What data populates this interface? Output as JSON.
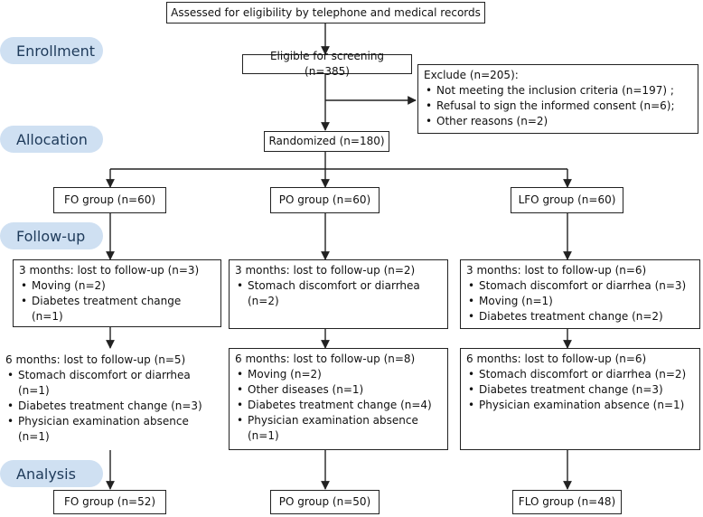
{
  "stages": {
    "enrollment": "Enrollment",
    "allocation": "Allocation",
    "followup": "Follow-up",
    "analysis": "Analysis"
  },
  "assessed": "Assessed for eligibility by telephone and medical records",
  "eligible": "Eligible for screening (n=385)",
  "exclude": {
    "title": "Exclude (n=205):",
    "items": [
      "Not meeting the inclusion criteria (n=197) ;",
      "Refusal to sign the informed consent (n=6);",
      "Other reasons (n=2)"
    ]
  },
  "randomized": "Randomized (n=180)",
  "groups": {
    "fo": "FO group (n=60)",
    "po": "PO group (n=60)",
    "lfo": "LFO group (n=60)"
  },
  "fo_3m": {
    "title": "3 months: lost to follow-up (n=3)",
    "items": [
      "Moving (n=2)",
      "Diabetes treatment change (n=1)"
    ]
  },
  "po_3m": {
    "title": "3 months: lost to follow-up (n=2)",
    "items": [
      "Stomach discomfort or diarrhea (n=2)"
    ]
  },
  "lfo_3m": {
    "title": "3 months: lost to follow-up (n=6)",
    "items": [
      "Stomach discomfort or diarrhea (n=3)",
      "Moving (n=1)",
      "Diabetes treatment change (n=2)"
    ]
  },
  "fo_6m": {
    "title": "6 months: lost to follow-up (n=5)",
    "items": [
      "Stomach discomfort or diarrhea (n=1)",
      "Diabetes treatment change (n=3)",
      "Physician examination absence (n=1)"
    ]
  },
  "po_6m": {
    "title": "6 months: lost to follow-up (n=8)",
    "items": [
      "Moving (n=2)",
      "Other diseases (n=1)",
      "Diabetes treatment change (n=4)",
      "Physician examination absence (n=1)"
    ]
  },
  "lfo_6m": {
    "title": "6 months: lost to follow-up (n=6)",
    "items": [
      "Stomach discomfort or diarrhea (n=2)",
      "Diabetes treatment change (n=3)",
      "Physician examination absence (n=1)"
    ]
  },
  "final": {
    "fo": "FO group (n=52)",
    "po": "PO group (n=50)",
    "flo": "FLO group (n=48)"
  }
}
